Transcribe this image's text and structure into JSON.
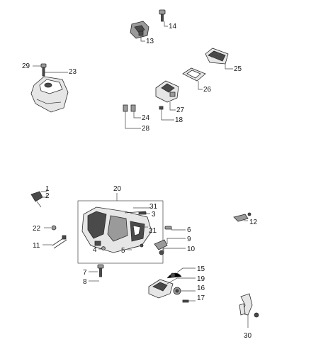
{
  "callouts": {
    "c1": "1",
    "c2": "2",
    "c3": "3",
    "c4": "4",
    "c5": "5",
    "c6": "6",
    "c7": "7",
    "c8": "8",
    "c9": "9",
    "c10": "10",
    "c11": "11",
    "c12": "12",
    "c13": "13",
    "c14": "14",
    "c15": "15",
    "c16": "16",
    "c17": "17",
    "c18": "18",
    "c19": "19",
    "c20": "20",
    "c21": "21",
    "c22": "22",
    "c23": "23",
    "c24": "24",
    "c25": "25",
    "c26": "26",
    "c27": "27",
    "c28": "28",
    "c29": "29",
    "c30": "30",
    "c31": "31"
  },
  "colors": {
    "line": "#2b2b2b",
    "part_dark": "#4a4a4a",
    "part_mid": "#9a9a9a",
    "part_light": "#e6e6e6"
  }
}
